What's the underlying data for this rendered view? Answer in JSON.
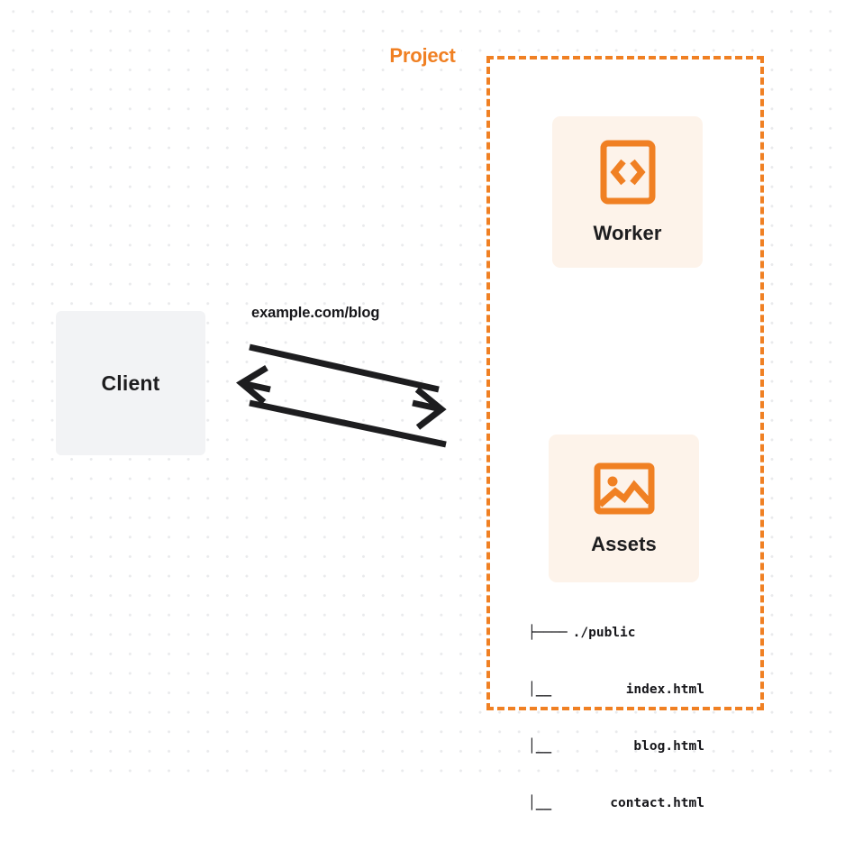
{
  "diagram": {
    "title": "Client to Cloudflare Project request flow",
    "background": {
      "color": "#ffffff",
      "dot_color": "#e9eaec"
    },
    "colors": {
      "accent_orange": "#f08023",
      "card_background": "#fdf3ea",
      "client_background": "#f2f3f5",
      "text_dark": "#16161a"
    },
    "client": {
      "label": "Client"
    },
    "connection": {
      "label": "example.com/blog",
      "request_direction": "right",
      "response_direction": "left"
    },
    "project": {
      "label": "Project",
      "border_style": "dashed",
      "services": [
        {
          "label": "Worker",
          "icon": "code-brackets-icon"
        },
        {
          "label": "Assets",
          "icon": "image-icon"
        }
      ],
      "file_tree": [
        {
          "branch": "├────",
          "name": "./public"
        },
        {
          "branch": "│__",
          "name": "index.html"
        },
        {
          "branch": "│__",
          "name": "blog.html"
        },
        {
          "branch": "│__",
          "name": "contact.html"
        }
      ]
    }
  }
}
